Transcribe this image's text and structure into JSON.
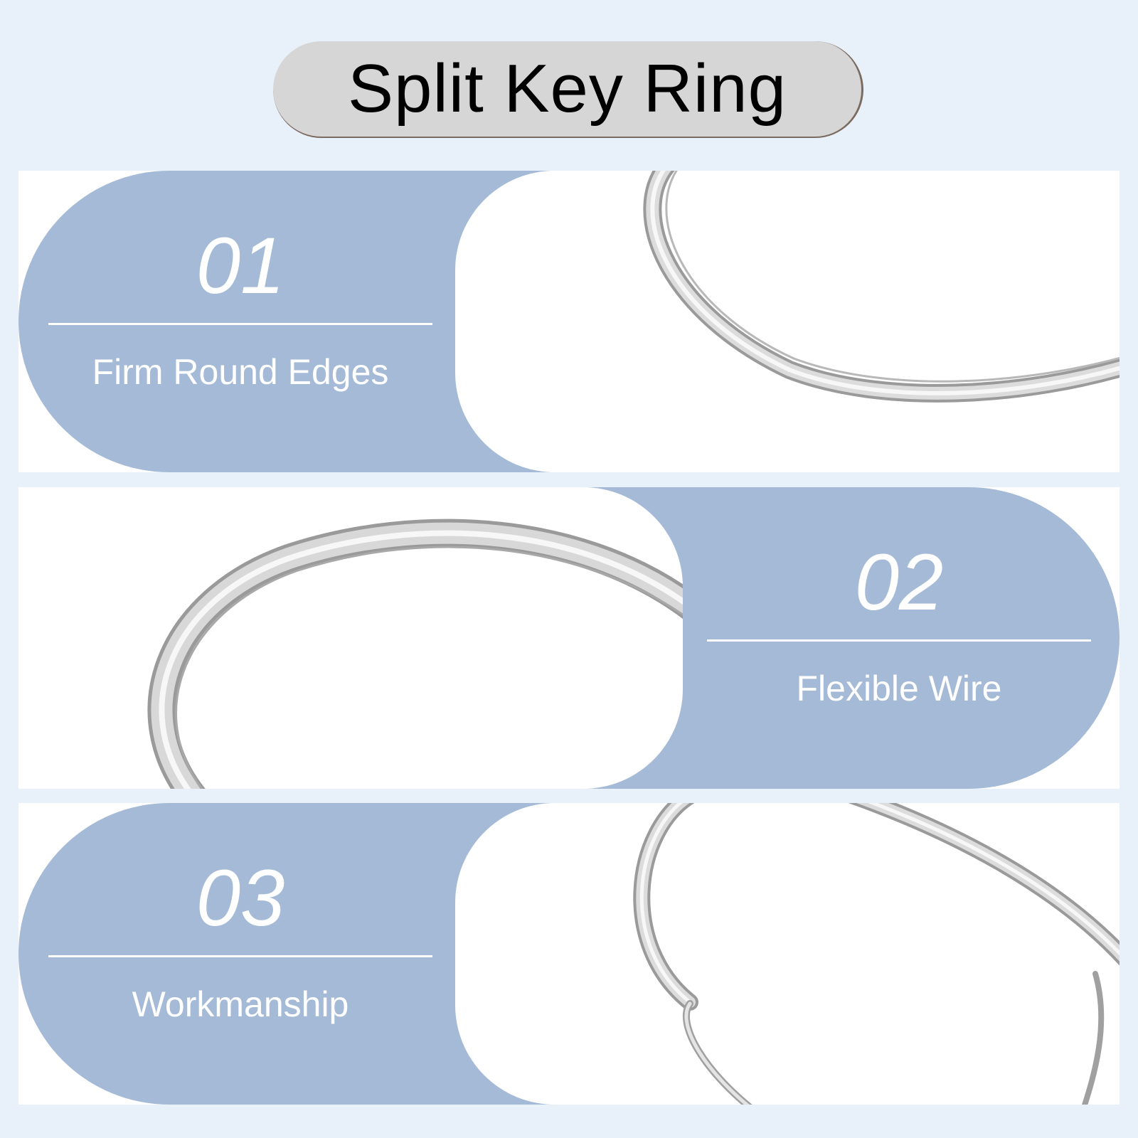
{
  "title": "Split Key Ring",
  "features": [
    {
      "number": "01",
      "label": "Firm Round Edges"
    },
    {
      "number": "02",
      "label": "Flexible Wire"
    },
    {
      "number": "03",
      "label": "Workmanship"
    }
  ],
  "colors": {
    "background": "#e8f0f9",
    "panel": "#a4bad6",
    "title_pill": "#d6d6d6",
    "photo_bg": "#ffffff"
  }
}
